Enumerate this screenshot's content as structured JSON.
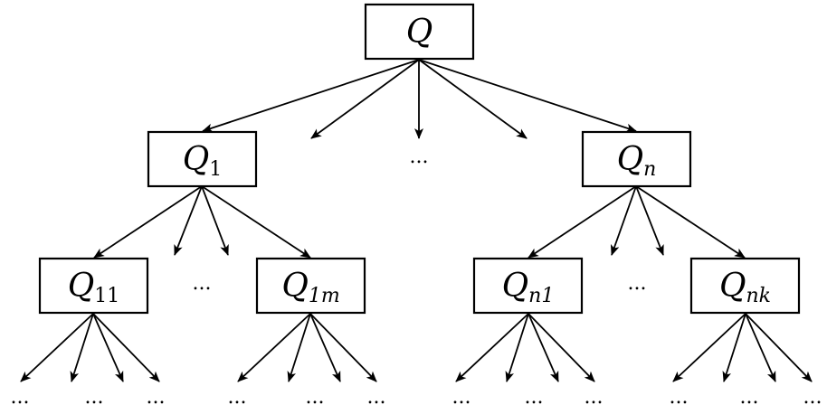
{
  "diagram": {
    "ellipsis": "...",
    "nodes": {
      "root": {
        "base": "Q",
        "sub": ""
      },
      "q1": {
        "base": "Q",
        "sub": "1"
      },
      "qn": {
        "base": "Q",
        "sub": "n"
      },
      "q11": {
        "base": "Q",
        "sub": "11"
      },
      "q1m": {
        "base": "Q",
        "sub": "1m"
      },
      "qn1": {
        "base": "Q",
        "sub": "n1"
      },
      "qnk": {
        "base": "Q",
        "sub": "nk"
      }
    }
  }
}
